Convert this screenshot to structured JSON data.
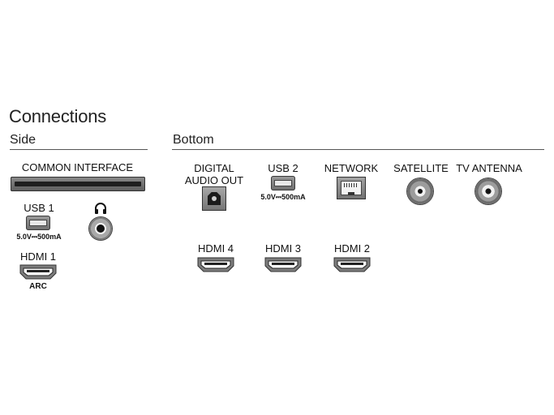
{
  "title": "Connections",
  "sections": {
    "side": "Side",
    "bottom": "Bottom"
  },
  "side": {
    "common_interface": "COMMON INTERFACE",
    "usb1": {
      "label": "USB 1",
      "rating": "5.0V⎓500mA"
    },
    "headphone_icon": "headphones-icon",
    "hdmi1": {
      "label": "HDMI 1",
      "sub": "ARC"
    }
  },
  "bottom": {
    "digital_audio_out": {
      "line1": "DIGITAL",
      "line2": "AUDIO OUT"
    },
    "usb2": {
      "label": "USB 2",
      "rating": "5.0V⎓500mA"
    },
    "network": "NETWORK",
    "satellite": "SATELLITE",
    "tv_antenna": "TV ANTENNA",
    "hdmi4": "HDMI 4",
    "hdmi3": "HDMI 3",
    "hdmi2": "HDMI 2"
  },
  "colors": {
    "port_dark": "#1e1e1e",
    "port_metal": "#8a8a8a",
    "rule": "#555555"
  }
}
